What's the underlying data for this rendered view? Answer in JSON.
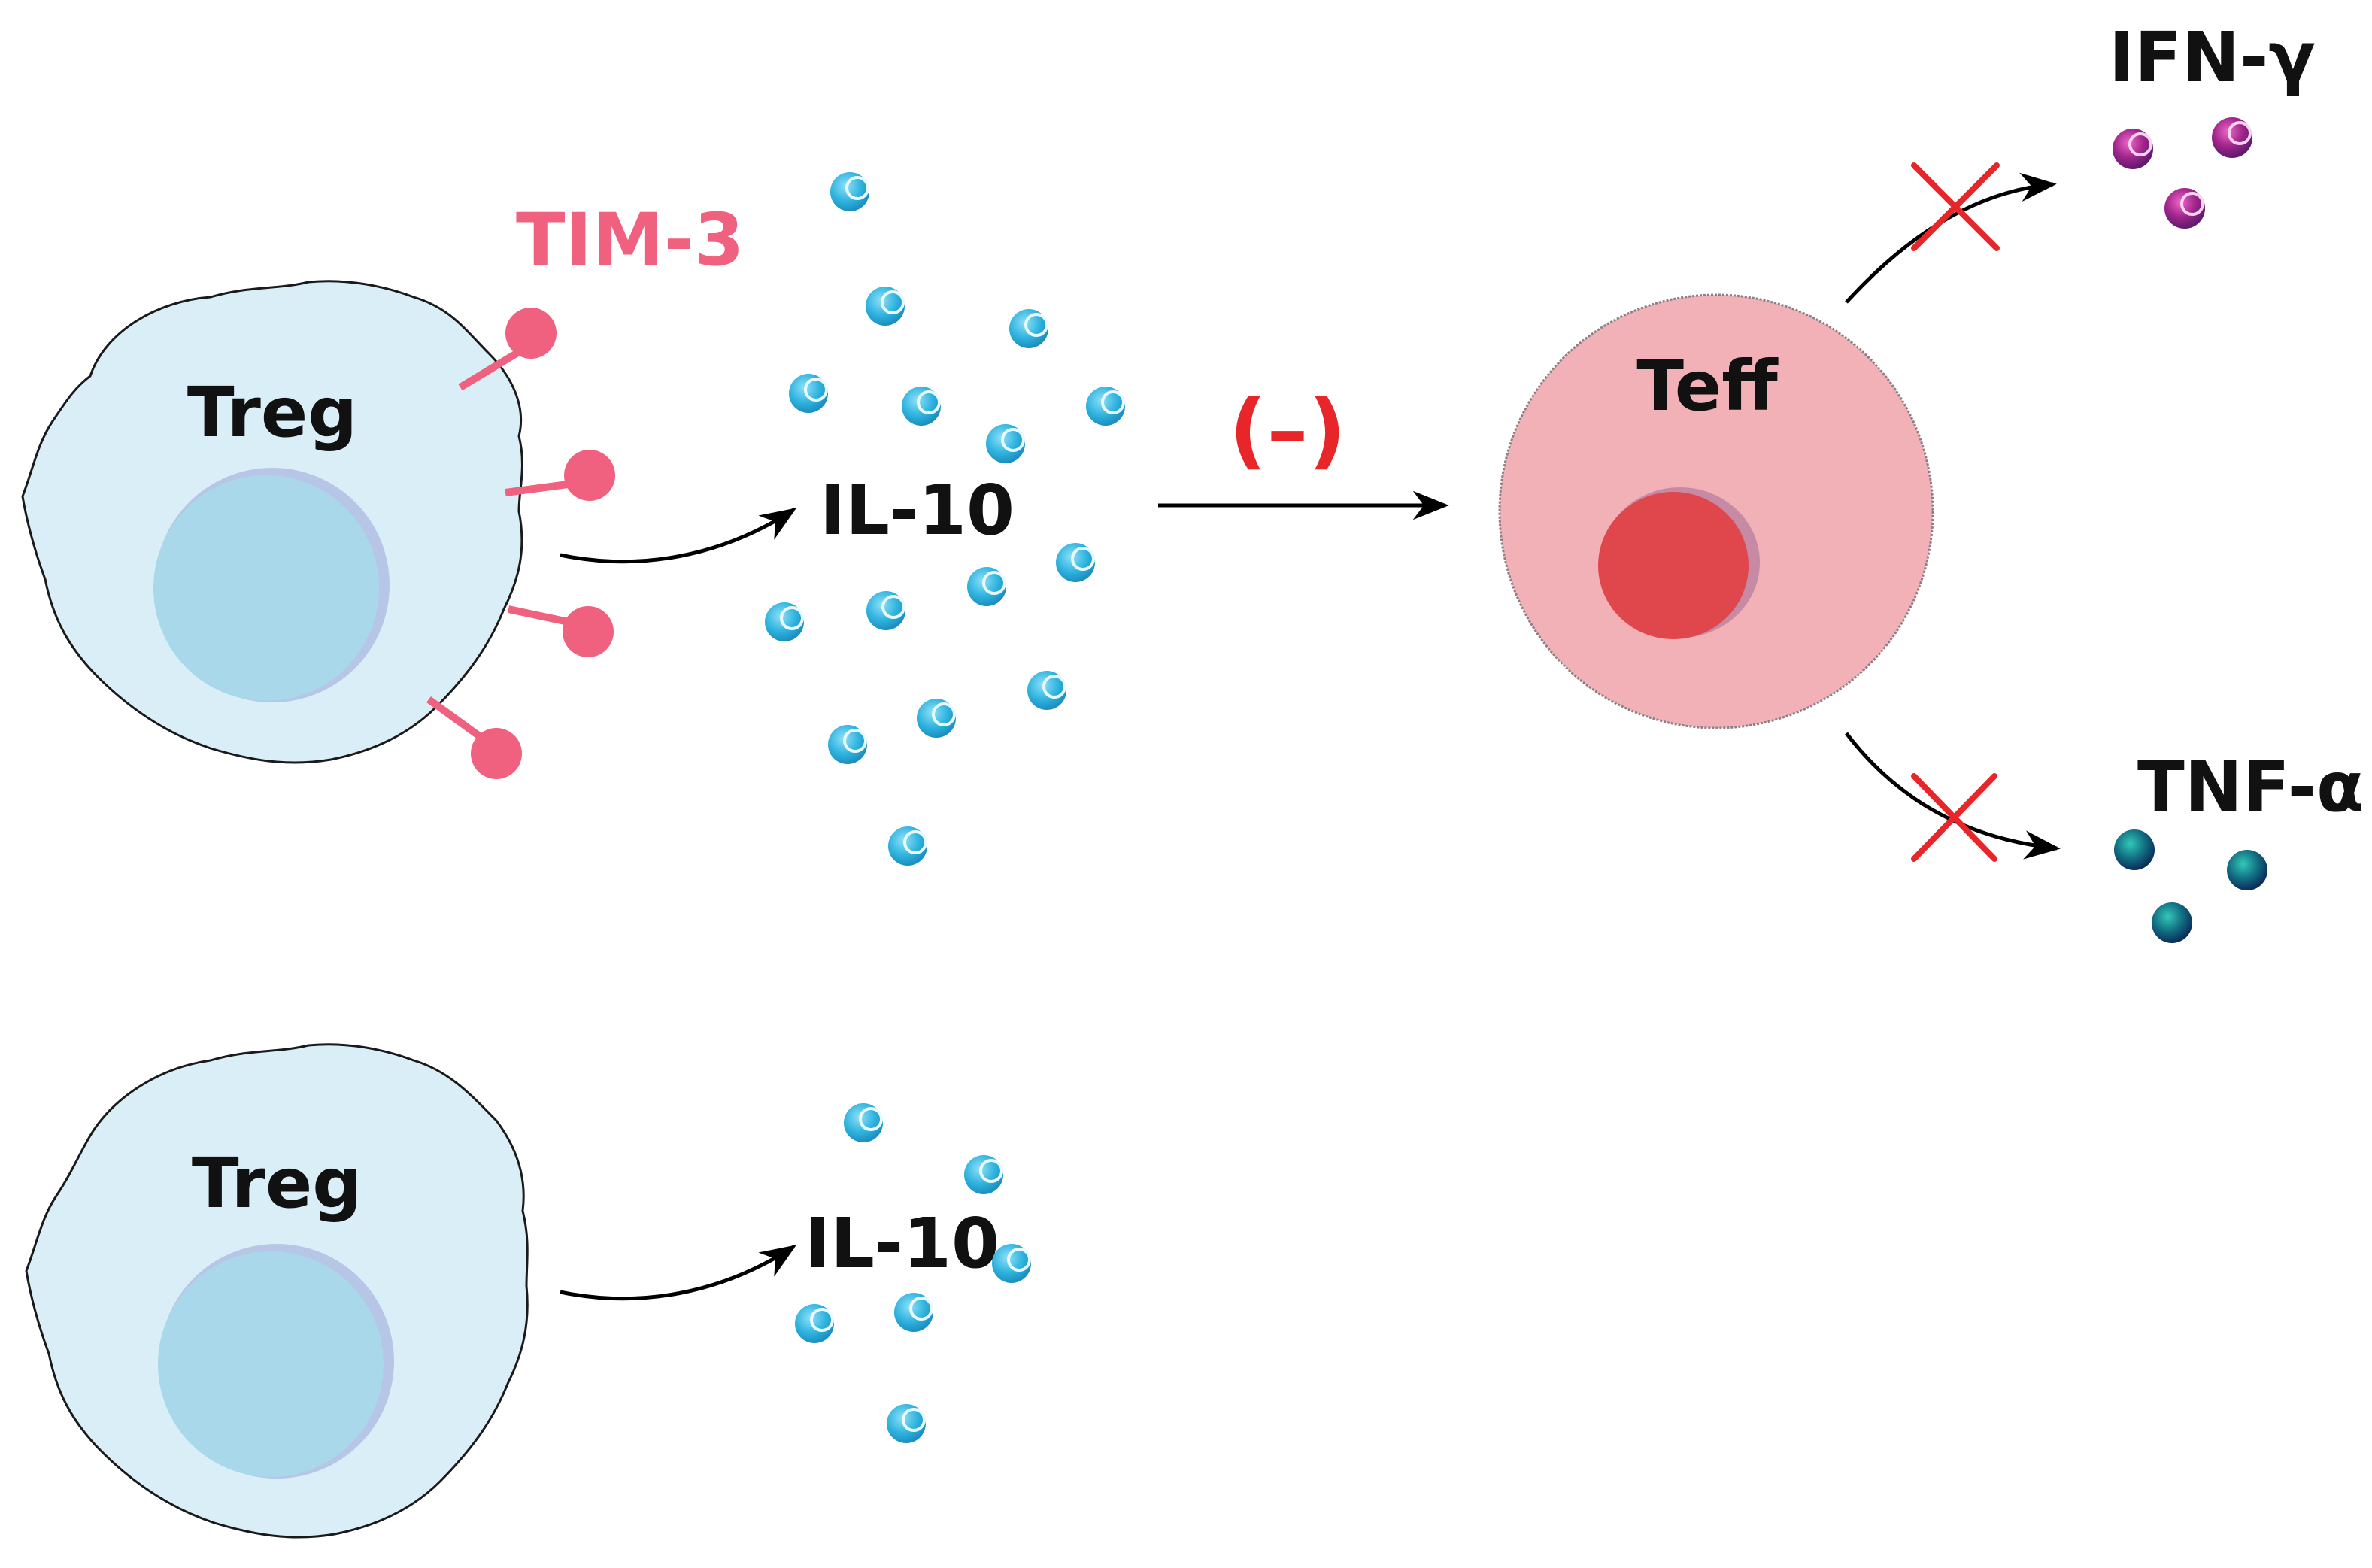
{
  "labels": {
    "treg_top": "Treg",
    "treg_bottom": "Treg",
    "tim3": "TIM-3",
    "il10_top": "IL-10",
    "il10_bottom": "IL-10",
    "inhibition": "(–)",
    "teff": "Teff",
    "ifn": "IFN-γ",
    "tnf": "TNF-α"
  },
  "colors": {
    "treg_fill": "#daeef8",
    "treg_nucleus": "#a8d8ea",
    "tim3": "#f0607f",
    "il10_particle": "#2fb3df",
    "teff_fill": "#f2b1b6",
    "teff_nucleus": "#e0474c",
    "inhibition": "#e8262a",
    "block_cross": "#e8262a",
    "ifn_particle": "#a1268c",
    "tnf_particle": "#115d78",
    "arrow": "#000000"
  }
}
